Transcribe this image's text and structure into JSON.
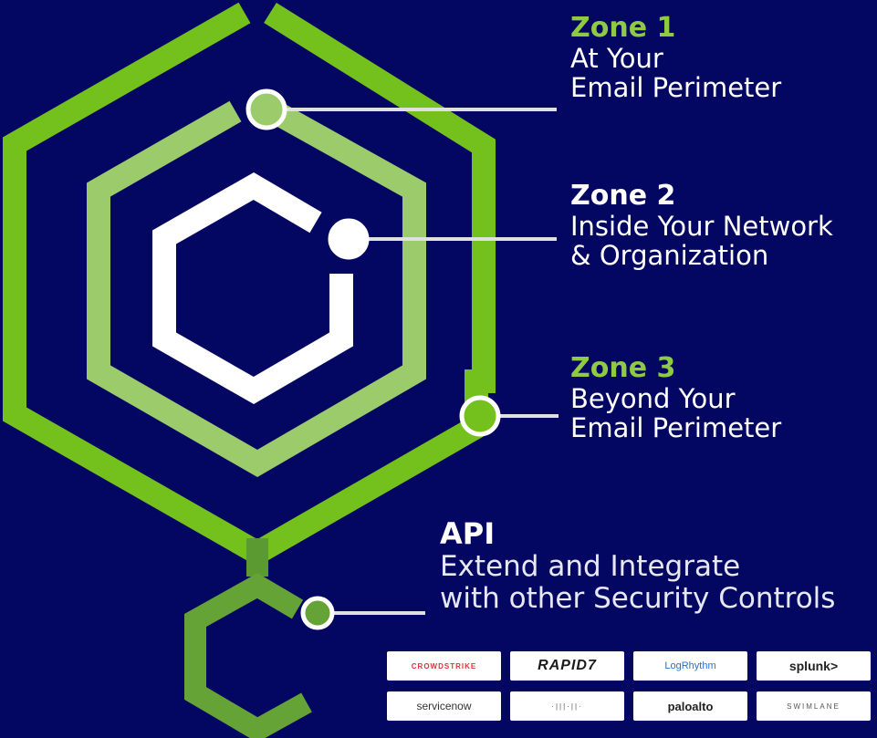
{
  "colors": {
    "background": "#030762",
    "zone1_green": "#74c11e",
    "zone2_light_green": "#9ccb6c",
    "zone3_green": "#5aa82a",
    "api_green": "#66a336",
    "white": "#ffffff",
    "connector": "#e0e0e0"
  },
  "zone1": {
    "title": "Zone 1",
    "line1": "At Your",
    "line2": "Email Perimeter",
    "title_color": "#8fca45"
  },
  "zone2": {
    "title": "Zone 2",
    "line1": "Inside Your Network",
    "line2": "& Organization",
    "title_color": "#ffffff"
  },
  "zone3": {
    "title": "Zone 3",
    "line1": "Beyond Your",
    "line2": "Email Perimeter",
    "title_color": "#8fca45"
  },
  "api": {
    "title": "API",
    "line1": "Extend and Integrate",
    "line2": "with other Security Controls"
  },
  "logos": [
    {
      "name": "CROWDSTRIKE",
      "style": "crowd"
    },
    {
      "name": "RAPID7",
      "style": "rapid7"
    },
    {
      "name": "LogRhythm",
      "style": "logr"
    },
    {
      "name": "splunk>",
      "style": "splunk"
    },
    {
      "name": "servicenow",
      "style": "service"
    },
    {
      "name": "·|||·||·",
      "style": "small"
    },
    {
      "name": "paloalto",
      "style": "palo"
    },
    {
      "name": "SWIMLANE",
      "style": "small"
    }
  ]
}
